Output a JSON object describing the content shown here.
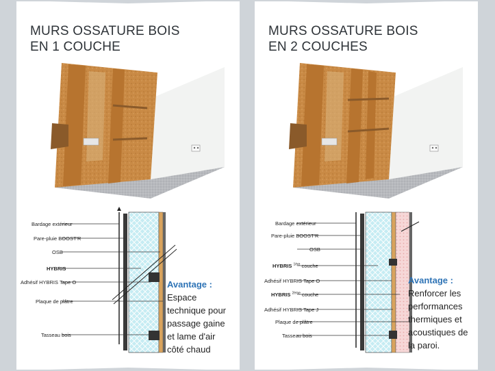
{
  "left": {
    "title_line1": "MURS OSSATURE BOIS",
    "title_line2": "EN 1 COUCHE",
    "labels": [
      "Bardage extérieur",
      "Pare-pluie BOOST'R",
      "OSB",
      "HYBRIS",
      "Adhésif HYBRIS Tape O",
      "Plaque de plâtre",
      "Tasseau bois"
    ],
    "advantage_title": "Avantage :",
    "advantage_lines": [
      "Espace",
      "technique pour",
      "passage gaine",
      "et lame d'air",
      "côté chaud"
    ]
  },
  "right": {
    "title_line1": "MURS OSSATURE BOIS",
    "title_line2": "EN 2 COUCHES",
    "labels": {
      "bardage": "Bardage extérieur",
      "pare_pluie": "Pare-pluie BOOST'R",
      "osb": "OSB",
      "hybris1_bold": "HYBRIS",
      "hybris1_sup": "1ère",
      "hybris1_rest": "couche",
      "tape_o": "Adhésif HYBRIS Tape O",
      "hybris2_bold": "HYBRIS",
      "hybris2_sup": "2ème",
      "hybris2_rest": "couche",
      "tape_j": "Adhésif HYBRIS Tape J",
      "plaque": "Plaque de plâtre",
      "tasseau": "Tasseau bois"
    },
    "advantage_title": "Avantage :",
    "advantage_lines": [
      "Renforcer les",
      "performances",
      "thermiques et",
      "acoustiques de",
      "la paroi."
    ]
  },
  "colors": {
    "accent": "#2f74b6",
    "insulation": "#bfe7f0",
    "wood": "#c98a45",
    "osb": "#d9a35d"
  }
}
